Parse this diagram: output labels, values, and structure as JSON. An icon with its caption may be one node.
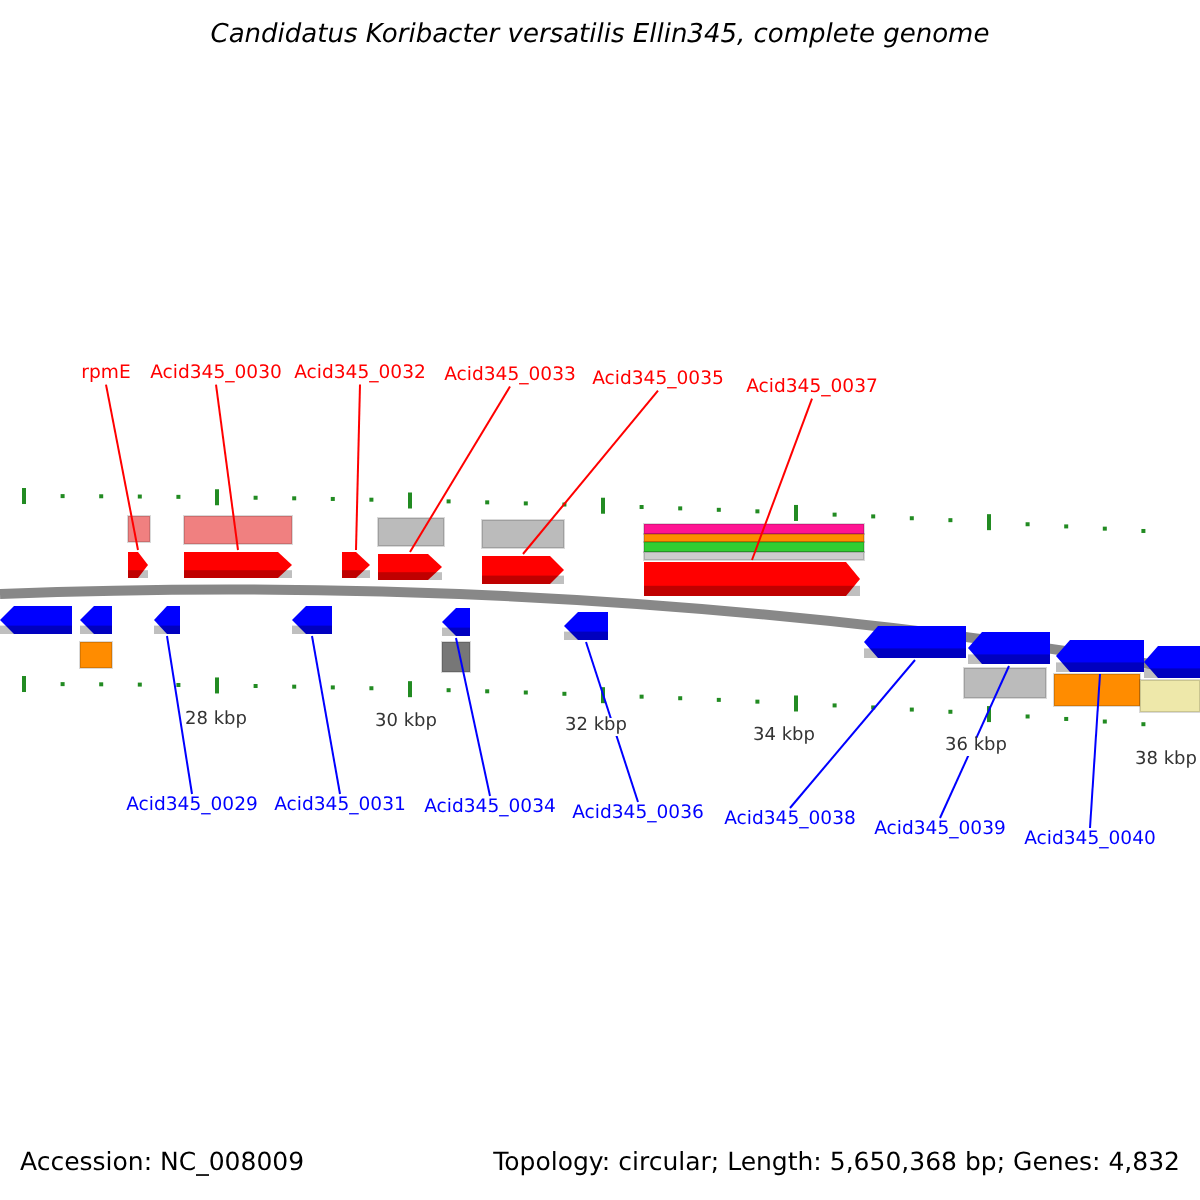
{
  "diagram": {
    "title": "Candidatus Koribacter versatilis Ellin345, complete genome",
    "nodes": [
      {
        "text": [
          "rpmE"
        ]
      },
      {
        "text": [
          "Acid345_0030"
        ]
      },
      {
        "text": [
          "Acid345_0032"
        ]
      },
      {
        "text": [
          "Acid345_0033"
        ]
      },
      {
        "text": [
          "Acid345_0035"
        ]
      },
      {
        "text": [
          "Acid345_0037"
        ]
      },
      {
        "text": [],
        "shape": "arrow"
      },
      {
        "text": [],
        "shape": "arrow"
      },
      {
        "text": [],
        "shape": "arrow"
      },
      {
        "text": [],
        "shape": "arrow"
      },
      {
        "text": [],
        "shape": "arrow"
      },
      {
        "text": [],
        "shape": "arrow"
      },
      {
        "text": [],
        "shape": "arrow"
      },
      {
        "text": [],
        "shape": "arrow"
      },
      {
        "text": [],
        "shape": "arrow"
      },
      {
        "text": [],
        "shape": "arrow"
      },
      {
        "text": [],
        "shape": "arrow"
      },
      {
        "text": [],
        "shape": "arrow"
      },
      {
        "text": [],
        "shape": "arrow"
      },
      {
        "text": [],
        "shape": "arrow"
      },
      {
        "text": [],
        "shape": "arrow"
      },
      {
        "text": [],
        "shape": "arrow"
      },
      {
        "text": [
          "Acid345_0029"
        ]
      },
      {
        "text": [
          "Acid345_0031"
        ]
      },
      {
        "text": [
          "Acid345_0034"
        ]
      },
      {
        "text": [
          "Acid345_0036"
        ]
      },
      {
        "text": [
          "Acid345_0038"
        ]
      },
      {
        "text": [
          "Acid345_0039"
        ]
      },
      {
        "text": [
          "Acid345_0040"
        ]
      }
    ],
    "edges": [
      {
        "from": 0,
        "to": 6,
        "arrow": "none",
        "color": "#ff0000"
      },
      {
        "from": 1,
        "to": 7,
        "arrow": "none",
        "color": "#ff0000"
      },
      {
        "from": 2,
        "to": 8,
        "arrow": "none",
        "color": "#ff0000"
      },
      {
        "from": 3,
        "to": 9,
        "arrow": "none",
        "color": "#ff0000"
      },
      {
        "from": 4,
        "to": 10,
        "arrow": "none",
        "color": "#ff0000"
      },
      {
        "from": 5,
        "to": 11,
        "arrow": "none",
        "color": "#ff0000"
      },
      {
        "from": 22,
        "to": 14,
        "arrow": "none"
      },
      {
        "from": 23,
        "to": 15,
        "arrow": "none"
      },
      {
        "from": 24,
        "to": 16,
        "arrow": "none"
      },
      {
        "from": 25,
        "to": 17,
        "arrow": "none"
      },
      {
        "from": 26,
        "to": 18,
        "arrow": "none"
      },
      {
        "from": 27,
        "to": 19,
        "arrow": "none"
      },
      {
        "from": 28,
        "to": 20,
        "arrow": "none"
      }
    ],
    "labels": [
      "28 kbp",
      "30 kbp",
      "32 kbp",
      "34 kbp",
      "36 kbp",
      "38 kbp",
      "Accession: NC_008009",
      "Topology: circular; Length: 5,650,368 bp; Genes: 4,832"
    ]
  }
}
